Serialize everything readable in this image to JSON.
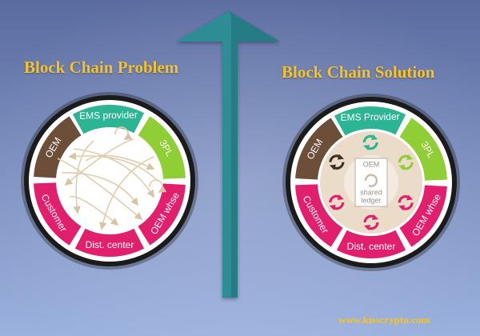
{
  "title_left": "Block Chain Problem",
  "title_right": "Block Chain Solution",
  "website": "www.kisscrypto.com",
  "colors": {
    "background_top": "#5b6ca0",
    "background_bottom": "#9bb1de",
    "arrow": "#2d8c95",
    "title": "#f6c325",
    "ems": "#2cb593",
    "three_pl": "#8fce35",
    "oem": "#6c4e39",
    "customer": "#e21f6c",
    "dist_center": "#e21f6c",
    "oem_whse": "#e21f6c",
    "ledger_ring": "#eadcc9",
    "flow_line": "#e0cdb0"
  },
  "problem_diagram": {
    "segments": [
      {
        "id": "ems-provider",
        "label": "EMS provider",
        "color": "#2cb593"
      },
      {
        "id": "3pl",
        "label": "3PL",
        "color": "#8fce35"
      },
      {
        "id": "oem-whse",
        "label": "OEM whse",
        "color": "#e21f6c"
      },
      {
        "id": "dist-center",
        "label": "Dist. center",
        "color": "#e21f6c"
      },
      {
        "id": "customer",
        "label": "Customer",
        "color": "#e21f6c"
      },
      {
        "id": "oem",
        "label": "OEM",
        "color": "#6c4e39"
      }
    ]
  },
  "solution_diagram": {
    "segments": [
      {
        "id": "ems-provider",
        "label": "EMS Provider",
        "color": "#2cb593"
      },
      {
        "id": "3pl",
        "label": "3PL",
        "color": "#8fce35"
      },
      {
        "id": "oem-whse",
        "label": "OEM whse",
        "color": "#e21f6c"
      },
      {
        "id": "dist-center",
        "label": "Dist. center",
        "color": "#e21f6c"
      },
      {
        "id": "customer",
        "label": "Customer",
        "color": "#e21f6c"
      },
      {
        "id": "oem",
        "label": "OEM",
        "color": "#6c4e39"
      }
    ],
    "ledger": {
      "line1": "OEM",
      "line2": "shared",
      "line3": "ledger"
    },
    "sync_icons": [
      {
        "near": "ems-provider",
        "color": "#2cb593"
      },
      {
        "near": "3pl",
        "color": "#8fce35"
      },
      {
        "near": "oem-whse",
        "color": "#e21f6c"
      },
      {
        "near": "dist-center",
        "color": "#e21f6c"
      },
      {
        "near": "customer",
        "color": "#e21f6c"
      },
      {
        "near": "oem",
        "color": "#3d3127"
      }
    ]
  }
}
